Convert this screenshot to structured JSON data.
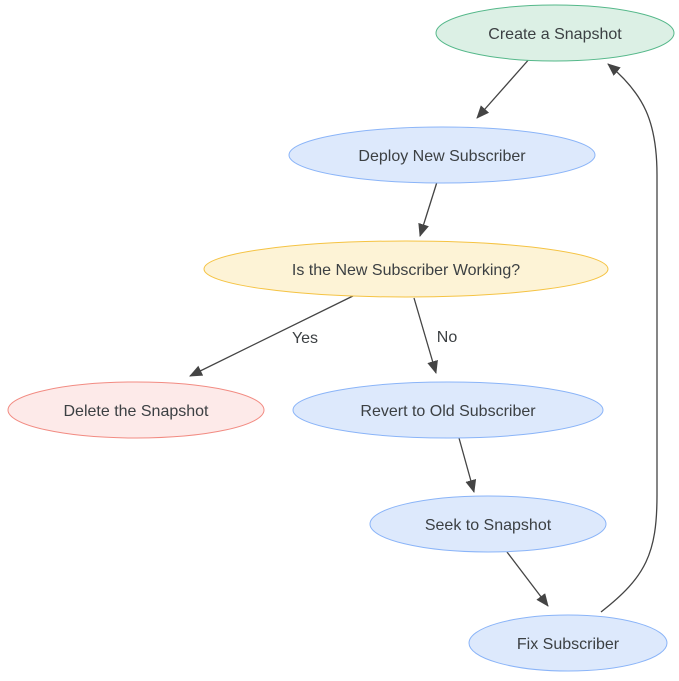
{
  "diagram": {
    "type": "flowchart",
    "background": "#ffffff",
    "text_color": "#3c4043",
    "edge_color": "#444444",
    "nodes": [
      {
        "id": "create-snapshot",
        "label": "Create a Snapshot",
        "shape": "ellipse",
        "fill": "#dcf0e5",
        "stroke": "#55b88a"
      },
      {
        "id": "deploy-new-subscriber",
        "label": "Deploy New Subscriber",
        "shape": "ellipse",
        "fill": "#dde9fc",
        "stroke": "#8ab4f8"
      },
      {
        "id": "is-subscriber-working",
        "label": "Is the New Subscriber Working?",
        "shape": "ellipse",
        "fill": "#fdf3d6",
        "stroke": "#f5c343"
      },
      {
        "id": "delete-snapshot",
        "label": "Delete the Snapshot",
        "shape": "ellipse",
        "fill": "#fdeae9",
        "stroke": "#f28b82"
      },
      {
        "id": "revert-old-subscriber",
        "label": "Revert to Old Subscriber",
        "shape": "ellipse",
        "fill": "#dde9fc",
        "stroke": "#8ab4f8"
      },
      {
        "id": "seek-to-snapshot",
        "label": "Seek to Snapshot",
        "shape": "ellipse",
        "fill": "#dde9fc",
        "stroke": "#8ab4f8"
      },
      {
        "id": "fix-subscriber",
        "label": "Fix Subscriber",
        "shape": "ellipse",
        "fill": "#dde9fc",
        "stroke": "#8ab4f8"
      }
    ],
    "edges": [
      {
        "from": "create-snapshot",
        "to": "deploy-new-subscriber",
        "label": ""
      },
      {
        "from": "deploy-new-subscriber",
        "to": "is-subscriber-working",
        "label": ""
      },
      {
        "from": "is-subscriber-working",
        "to": "delete-snapshot",
        "label": "Yes"
      },
      {
        "from": "is-subscriber-working",
        "to": "revert-old-subscriber",
        "label": "No"
      },
      {
        "from": "revert-old-subscriber",
        "to": "seek-to-snapshot",
        "label": ""
      },
      {
        "from": "seek-to-snapshot",
        "to": "fix-subscriber",
        "label": ""
      },
      {
        "from": "fix-subscriber",
        "to": "create-snapshot",
        "label": ""
      }
    ]
  }
}
